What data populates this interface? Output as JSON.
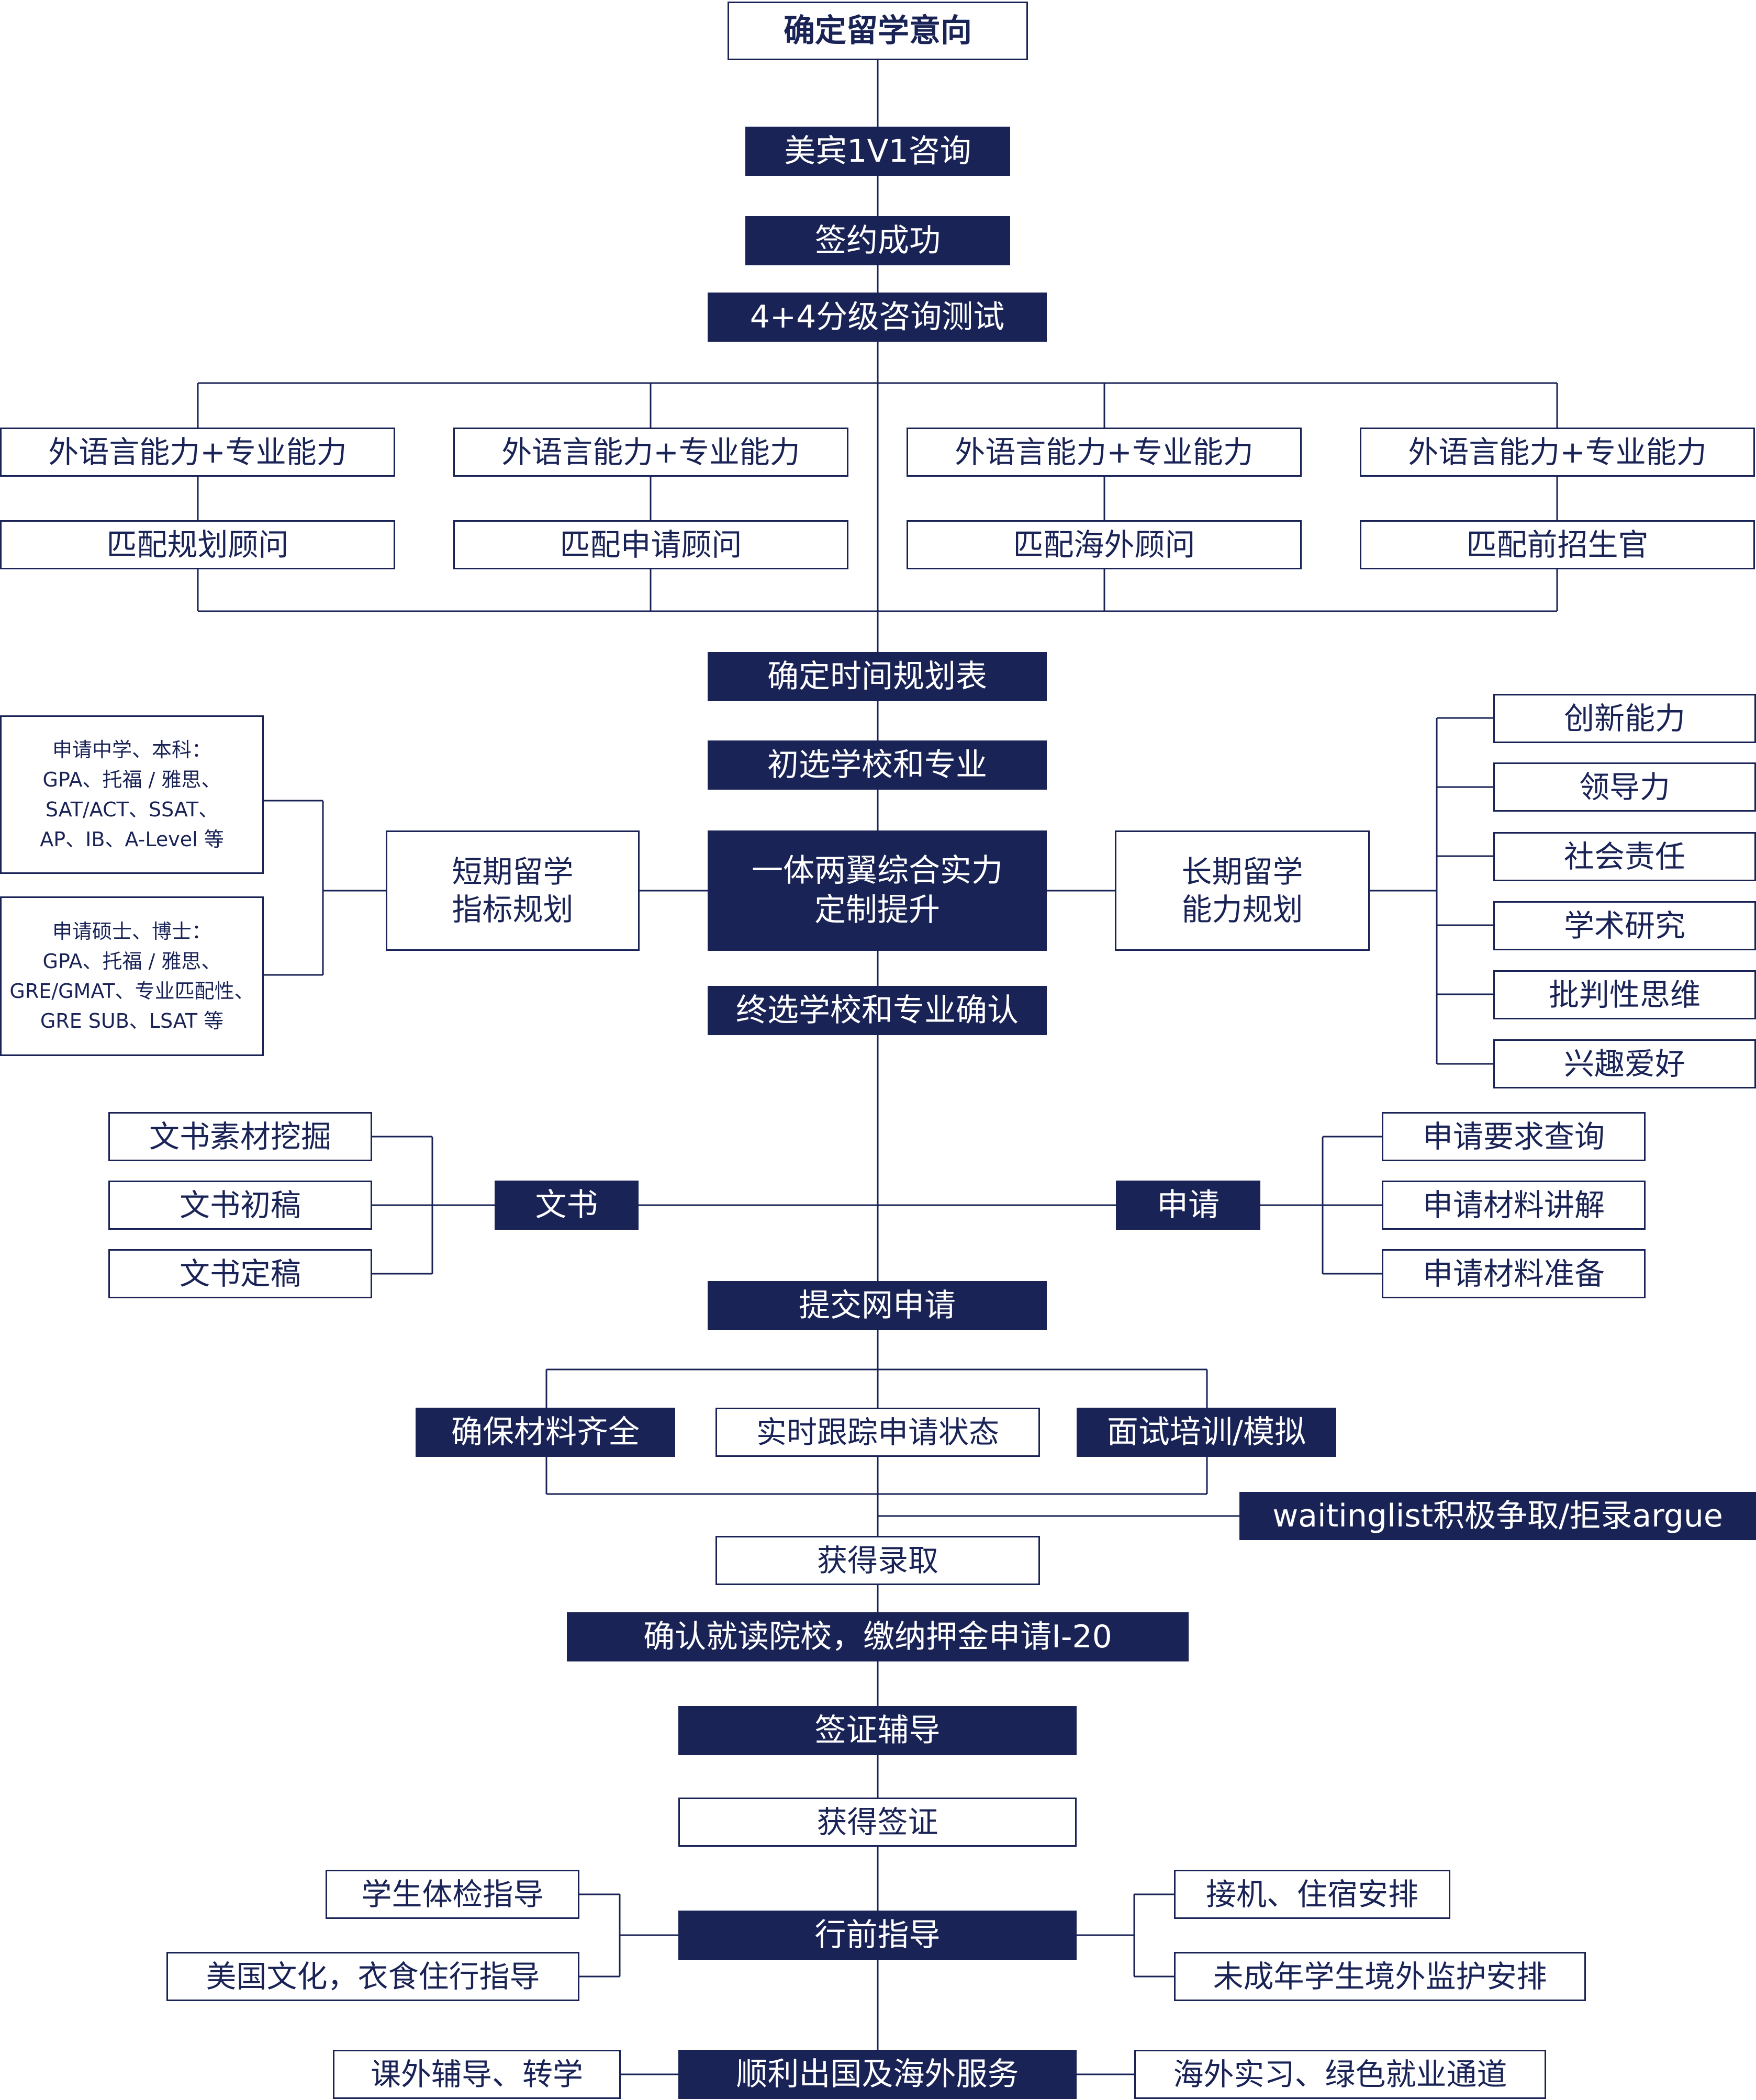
{
  "colors": {
    "primary": "#1a2356",
    "background": "#ffffff"
  },
  "nodes": {
    "title": "确定留学意向",
    "consult": "美宾1V1咨询",
    "sign": "签约成功",
    "test": "4+4分级咨询测试",
    "ability": [
      "外语言能力+专业能力",
      "外语言能力+专业能力",
      "外语言能力+专业能力",
      "外语言能力+专业能力"
    ],
    "advisors": [
      "匹配规划顾问",
      "匹配申请顾问",
      "匹配海外顾问",
      "匹配前招生官"
    ],
    "timeline": "确定时间规划表",
    "preselect": "初选学校和专业",
    "core": [
      "一体两翼综合实力",
      "定制提升"
    ],
    "short_term": [
      "短期留学",
      "指标规划"
    ],
    "long_term": [
      "长期留学",
      "能力规划"
    ],
    "undergrad_req": [
      "申请中学、本科：",
      "GPA、托福 / 雅思、",
      "SAT/ACT、SSAT、",
      "AP、IB、A-Level 等"
    ],
    "grad_req": [
      "申请硕士、博士：",
      "GPA、托福 / 雅思、",
      "GRE/GMAT、专业匹配性、",
      "GRE SUB、LSAT 等"
    ],
    "abilities_list": [
      "创新能力",
      "领导力",
      "社会责任",
      "学术研究",
      "批判性思维",
      "兴趣爱好"
    ],
    "final_select": "终选学校和专业确认",
    "essay": "文书",
    "essay_items": [
      "文书素材挖掘",
      "文书初稿",
      "文书定稿"
    ],
    "apply": "申请",
    "apply_items": [
      "申请要求查询",
      "申请材料讲解",
      "申请材料准备"
    ],
    "submit": "提交网申请",
    "ensure": "确保材料齐全",
    "track": "实时跟踪申请状态",
    "interview": "面试培训/模拟",
    "waitlist": "waitinglist积极争取/拒录argue",
    "admission": "获得录取",
    "confirm": "确认就读院校，缴纳押金申请I-20",
    "visa_guide": "签证辅导",
    "visa": "获得签证",
    "predeparture": "行前指导",
    "health": "学生体检指导",
    "culture": "美国文化，衣食住行指导",
    "pickup": "接机、住宿安排",
    "guardian": "未成年学生境外监护安排",
    "overseas": "顺利出国及海外服务",
    "tutoring": "课外辅导、转学",
    "internship": "海外实习、绿色就业通道"
  }
}
